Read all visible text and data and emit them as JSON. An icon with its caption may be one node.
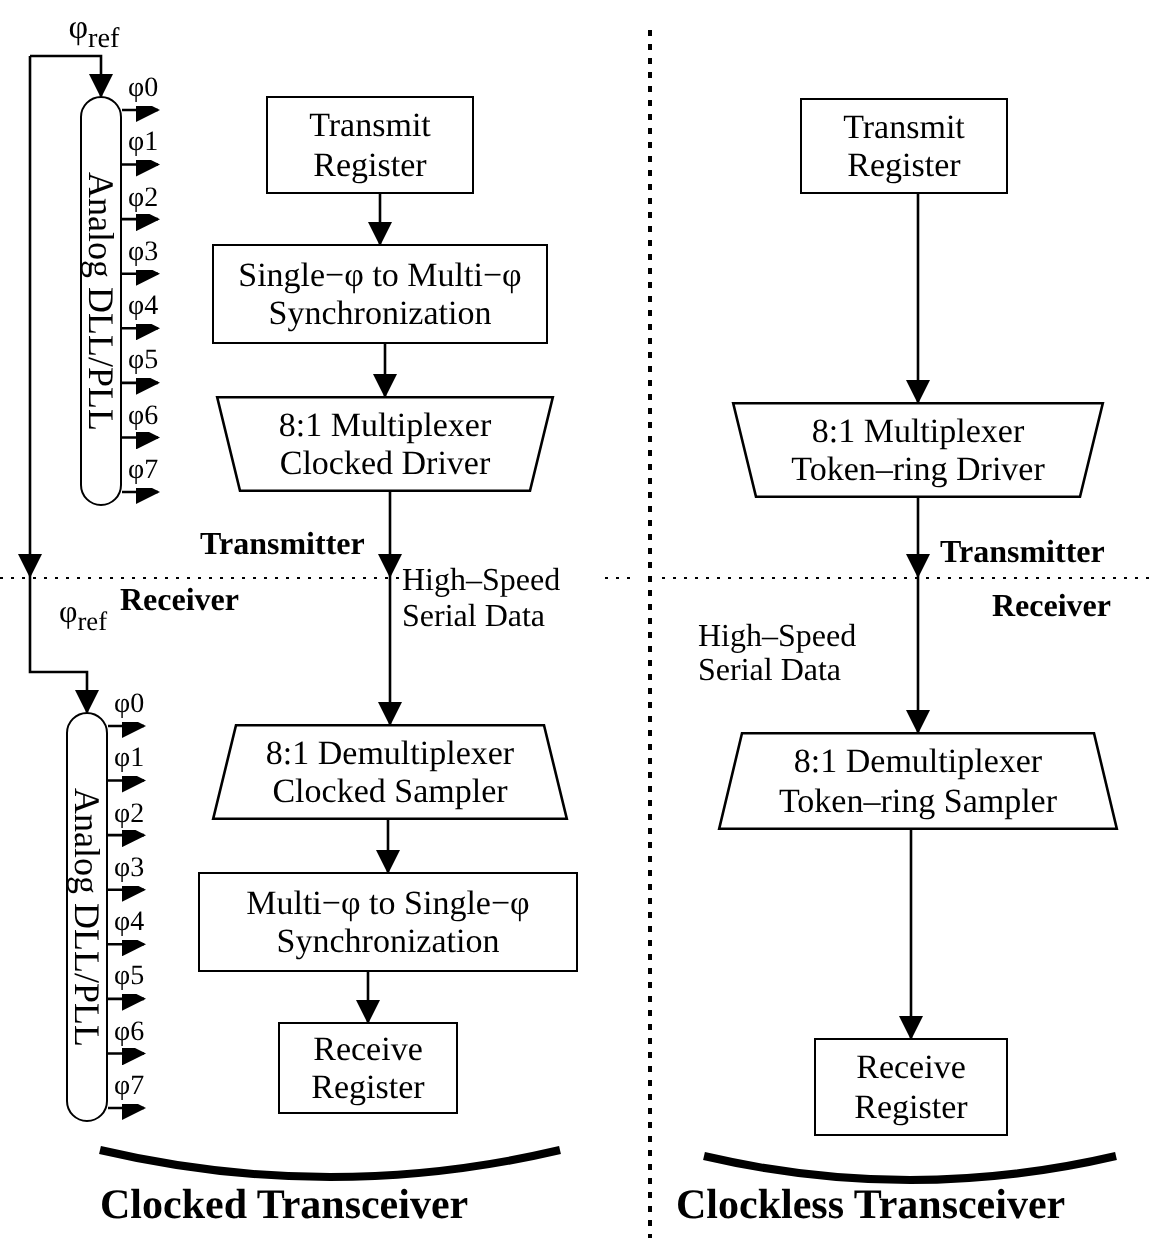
{
  "diagram": {
    "nodes": [
      {
        "text": [
          "φ$_{ref}$"
        ]
      },
      {
        "text": [
          "Analog DLL/PLL"
        ]
      },
      {
        "text": [
          "Transmit Register"
        ]
      },
      {
        "text": [
          "Single−φ to Multi−φ Synchronization"
        ]
      },
      {
        "text": [
          "8:1 Multiplexer Clocked Driver"
        ]
      },
      {
        "text": [
          "8:1 Demultiplexer Clocked Sampler"
        ]
      },
      {
        "text": [
          "Multi−φ to Single−φ Synchronization"
        ]
      },
      {
        "text": [
          "Receive Register"
        ]
      },
      {
        "text": [
          "Analog DLL/PLL"
        ]
      },
      {
        "text": [
          "Transmit Register"
        ]
      },
      {
        "text": [
          "8:1 Multiplexer Token–ring Driver"
        ]
      },
      {
        "text": [
          "8:1 Demultiplexer Token–ring Sampler"
        ]
      },
      {
        "text": [
          "Receive Register"
        ]
      }
    ],
    "edges": [
      {
        "from": 0,
        "to": 1,
        "arrow": "to"
      },
      {
        "from": 0,
        "to": 8,
        "arrow": "to",
        "label": "φ$_{ref}$"
      },
      {
        "from": 1,
        "to": null,
        "arrow": "to",
        "label": "φ0"
      },
      {
        "from": 1,
        "to": null,
        "arrow": "to",
        "label": "φ1"
      },
      {
        "from": 1,
        "to": null,
        "arrow": "to",
        "label": "φ2"
      },
      {
        "from": 1,
        "to": null,
        "arrow": "to",
        "label": "φ3"
      },
      {
        "from": 1,
        "to": null,
        "arrow": "to",
        "label": "φ4"
      },
      {
        "from": 1,
        "to": null,
        "arrow": "to",
        "label": "φ5"
      },
      {
        "from": 1,
        "to": null,
        "arrow": "to",
        "label": "φ6"
      },
      {
        "from": 1,
        "to": null,
        "arrow": "to",
        "label": "φ7"
      },
      {
        "from": 2,
        "to": 3,
        "arrow": "to"
      },
      {
        "from": 3,
        "to": 4,
        "arrow": "to"
      },
      {
        "from": 4,
        "to": 5,
        "arrow": "to",
        "label": "High–Speed Serial Data"
      },
      {
        "from": 5,
        "to": 6,
        "arrow": "to"
      },
      {
        "from": 6,
        "to": 7,
        "arrow": "to"
      },
      {
        "from": 8,
        "to": null,
        "arrow": "to",
        "label": "φ0"
      },
      {
        "from": 8,
        "to": null,
        "arrow": "to",
        "label": "φ1"
      },
      {
        "from": 8,
        "to": null,
        "arrow": "to",
        "label": "φ2"
      },
      {
        "from": 8,
        "to": null,
        "arrow": "to",
        "label": "φ3"
      },
      {
        "from": 8,
        "to": null,
        "arrow": "to",
        "label": "φ4"
      },
      {
        "from": 8,
        "to": null,
        "arrow": "to",
        "label": "φ5"
      },
      {
        "from": 8,
        "to": null,
        "arrow": "to",
        "label": "φ6"
      },
      {
        "from": 8,
        "to": null,
        "arrow": "to",
        "label": "φ7"
      },
      {
        "from": 9,
        "to": 10,
        "arrow": "to"
      },
      {
        "from": 10,
        "to": 11,
        "arrow": "to",
        "label": "High–Speed Serial Data"
      },
      {
        "from": 11,
        "to": 12,
        "arrow": "to"
      }
    ],
    "labels": [
      "Transmitter",
      "Transmitter",
      "Receiver",
      "Receiver",
      "Clocked Transceiver",
      "Clockless Transceiver"
    ]
  }
}
